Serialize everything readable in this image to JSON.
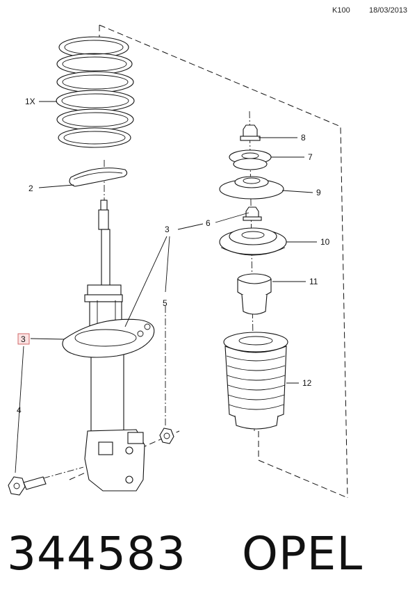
{
  "header": {
    "code": "K100",
    "date": "18/03/2013"
  },
  "parts": [
    {
      "id": "1x",
      "label": "1X"
    },
    {
      "id": "2",
      "label": "2"
    },
    {
      "id": "3a",
      "label": "3"
    },
    {
      "id": "3b",
      "label": "3"
    },
    {
      "id": "4",
      "label": "4"
    },
    {
      "id": "5",
      "label": "5"
    },
    {
      "id": "6",
      "label": "6"
    },
    {
      "id": "7",
      "label": "7"
    },
    {
      "id": "8",
      "label": "8"
    },
    {
      "id": "9",
      "label": "9"
    },
    {
      "id": "10",
      "label": "10"
    },
    {
      "id": "11",
      "label": "11"
    },
    {
      "id": "12",
      "label": "12"
    }
  ],
  "highlight": {
    "part_label": "3",
    "color": "#d06a6a"
  },
  "footer": {
    "part_number": "344583",
    "brand": "OPEL"
  }
}
